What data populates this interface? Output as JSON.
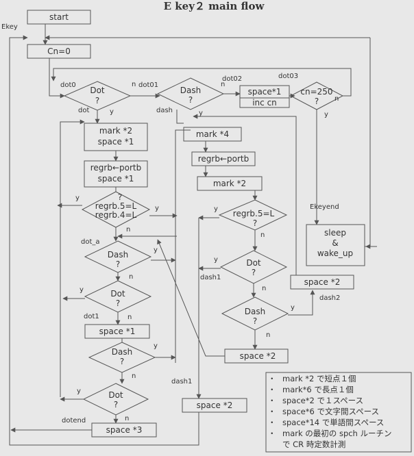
{
  "title": "E key２  main flow",
  "nodes": {
    "start": "start",
    "cn0": "Cn=0",
    "dot0": [
      "Dot",
      "?"
    ],
    "dash01": [
      "Dash",
      "?"
    ],
    "space1_inc": [
      "space*1",
      "inc   cn"
    ],
    "cn250": [
      "cn=250",
      "?"
    ],
    "mark2_space1": [
      "mark *2",
      "space *1"
    ],
    "regrb_space1": [
      "regrb←portb",
      "space *1"
    ],
    "regrb54": [
      "?",
      "regrb.5=L",
      "regrb.4=L"
    ],
    "mark4": "mark *4",
    "regrb_portb": "regrb←portb",
    "mark2": "mark *2",
    "regrb5": [
      "regrb.5=L",
      "?"
    ],
    "dash_a": [
      "Dash",
      "?"
    ],
    "dot_b": [
      "Dot",
      "?"
    ],
    "dot_r": [
      "Dot",
      "?"
    ],
    "dash_r": [
      "Dash",
      "?"
    ],
    "space1_b": "space *1",
    "dash_c": [
      "Dash",
      "?"
    ],
    "dot_c": [
      "Dot",
      "?"
    ],
    "space3": "space *3",
    "sleep": [
      "sleep",
      "&",
      "wake_up"
    ],
    "space2_a": "space *2",
    "space2_b": "space *2",
    "space2_c": "space *2"
  },
  "labels": {
    "ekey": "Ekey",
    "dot0": "dot0",
    "n_a": "n",
    "dot01": "dot01",
    "dot02": "dot02",
    "dot03": "dot03",
    "dot": "dot",
    "dash": "dash",
    "dot_a": "dot_a",
    "dot1": "dot1",
    "dotend": "dotend",
    "dash1_a": "dash1",
    "dash1_b": "dash1",
    "dash2": "dash2",
    "ekeyend": "Ekeyend",
    "y": "y",
    "n": "n"
  },
  "notes": [
    "mark *2 で短点１個",
    "mark*6 で長点１個",
    "space*2 で１スペース",
    "space*6 で文字間スペース",
    "space*14 で単語間スペース",
    "mark の最初の spch ルーチン",
    "で CR 時定数計測"
  ],
  "bullet": "・"
}
